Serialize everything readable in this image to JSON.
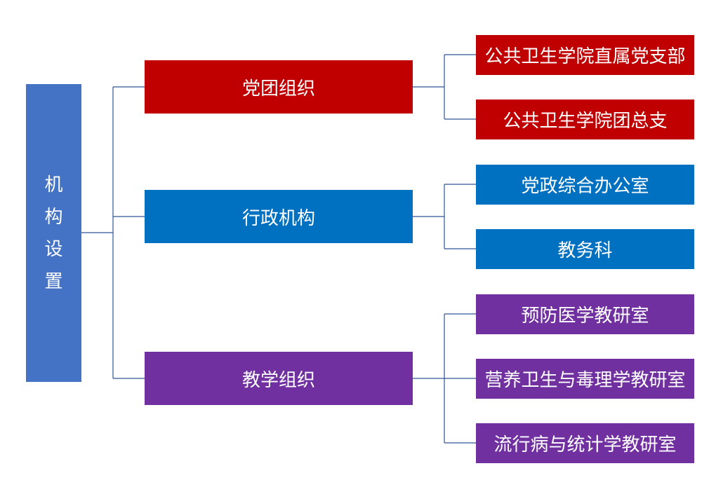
{
  "colors": {
    "root": "#4472C4",
    "party": "#C00000",
    "admin": "#0070C0",
    "teaching": "#7030A0",
    "connector": "#2F5597"
  },
  "root": {
    "label": "机构设置",
    "chars": [
      "机",
      "构",
      "设",
      "置"
    ]
  },
  "groups": [
    {
      "label": "党团组织",
      "children": [
        "公共卫生学院直属党支部",
        "公共卫生学院团总支"
      ]
    },
    {
      "label": "行政机构",
      "children": [
        "党政综合办公室",
        "教务科"
      ]
    },
    {
      "label": "教学组织",
      "children": [
        "预防医学教研室",
        "营养卫生与毒理学教研室",
        "流行病与统计学教研室"
      ]
    }
  ]
}
